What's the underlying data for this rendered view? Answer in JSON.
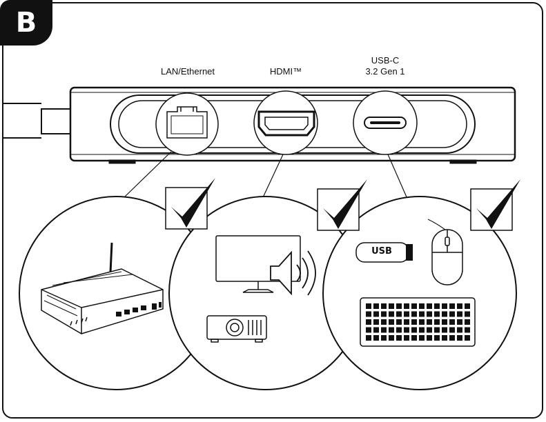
{
  "figure": {
    "panel_label": "B",
    "ports": [
      {
        "id": "lan",
        "label": "LAN/Ethernet"
      },
      {
        "id": "hdmi",
        "label": "HDMI™"
      },
      {
        "id": "usbc",
        "label_line1": "USB-C",
        "label_line2": "3.2 Gen 1"
      }
    ],
    "usb_stick_text": "USB",
    "compatible_devices": {
      "lan": [
        "router-icon"
      ],
      "hdmi": [
        "monitor-icon",
        "speaker-icon",
        "projector-icon"
      ],
      "usbc": [
        "usb-stick-icon",
        "mouse-icon",
        "keyboard-icon"
      ]
    }
  }
}
